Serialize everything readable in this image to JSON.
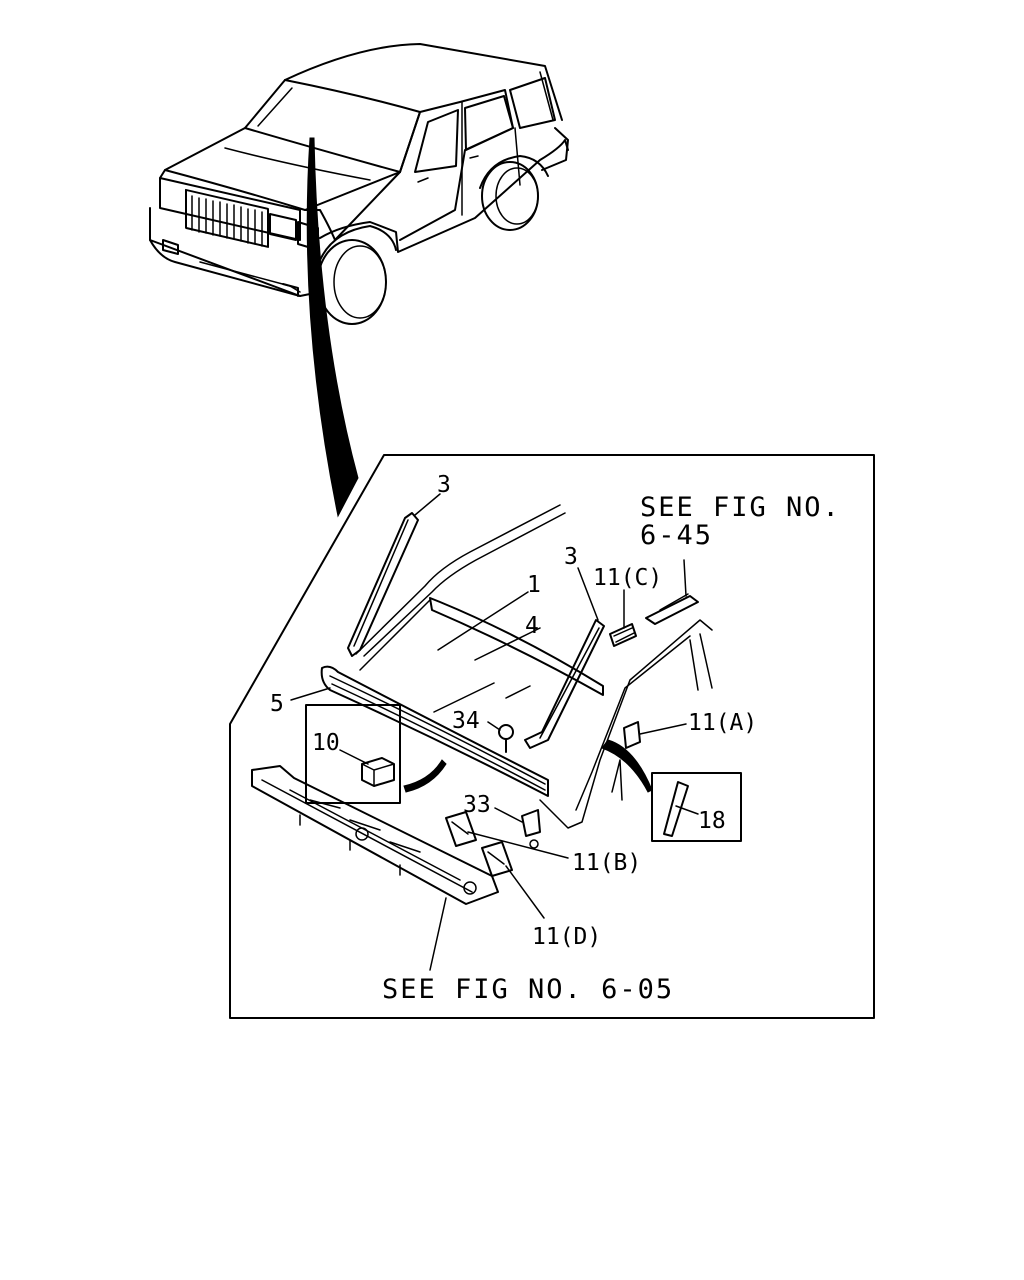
{
  "references": {
    "top_line1": "SEE FIG NO.",
    "top_line2": "6-45",
    "bottom": "SEE FIG NO. 6-05"
  },
  "callouts": {
    "p3_top": "3",
    "p3_right": "3",
    "p1": "1",
    "p4": "4",
    "p5": "5",
    "p10": "10",
    "p34": "34",
    "p33": "33",
    "p11a": "11(A)",
    "p11b": "11(B)",
    "p11c": "11(C)",
    "p11d": "11(D)",
    "p18": "18"
  }
}
